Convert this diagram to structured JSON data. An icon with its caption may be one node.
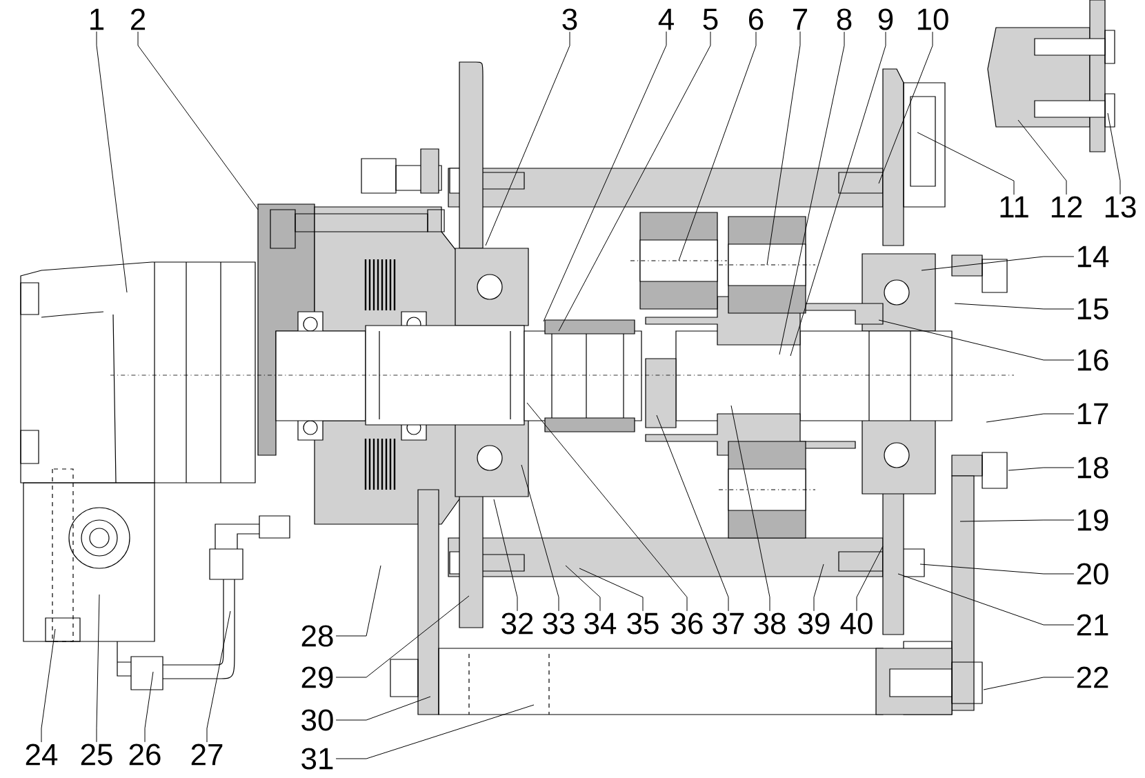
{
  "diagram": {
    "nodes": [
      {
        "text": [
          "1"
        ]
      },
      {
        "text": [
          "2"
        ]
      },
      {
        "text": [
          "3"
        ]
      },
      {
        "text": [
          "4"
        ]
      },
      {
        "text": [
          "5"
        ]
      },
      {
        "text": [
          "6"
        ]
      },
      {
        "text": [
          "7"
        ]
      },
      {
        "text": [
          "8"
        ]
      },
      {
        "text": [
          "9"
        ]
      },
      {
        "text": [
          "10"
        ]
      },
      {
        "text": [
          "11"
        ]
      },
      {
        "text": [
          "12"
        ]
      },
      {
        "text": [
          "13"
        ]
      },
      {
        "text": [
          "14"
        ]
      },
      {
        "text": [
          "15"
        ]
      },
      {
        "text": [
          "16"
        ]
      },
      {
        "text": [
          "17"
        ]
      },
      {
        "text": [
          "18"
        ]
      },
      {
        "text": [
          "19"
        ]
      },
      {
        "text": [
          "20"
        ]
      },
      {
        "text": [
          "21"
        ]
      },
      {
        "text": [
          "22"
        ]
      },
      {
        "text": [
          "24"
        ]
      },
      {
        "text": [
          "25"
        ]
      },
      {
        "text": [
          "26"
        ]
      },
      {
        "text": [
          "27"
        ]
      },
      {
        "text": [
          "28"
        ]
      },
      {
        "text": [
          "29"
        ]
      },
      {
        "text": [
          "30"
        ]
      },
      {
        "text": [
          "31"
        ]
      },
      {
        "text": [
          "32"
        ]
      },
      {
        "text": [
          "33"
        ]
      },
      {
        "text": [
          "34"
        ]
      },
      {
        "text": [
          "35"
        ]
      },
      {
        "text": [
          "36"
        ]
      },
      {
        "text": [
          "37"
        ]
      },
      {
        "text": [
          "38"
        ]
      },
      {
        "text": [
          "39"
        ]
      },
      {
        "text": [
          "40"
        ]
      }
    ],
    "edges": [
      {
        "from": 0,
        "to": null,
        "arrow": "none"
      },
      {
        "from": 1,
        "to": null,
        "arrow": "none"
      },
      {
        "from": 2,
        "to": null,
        "arrow": "none"
      },
      {
        "from": 3,
        "to": null,
        "arrow": "none"
      },
      {
        "from": 4,
        "to": null,
        "arrow": "none"
      },
      {
        "from": 5,
        "to": null,
        "arrow": "none"
      },
      {
        "from": 6,
        "to": null,
        "arrow": "none"
      },
      {
        "from": 7,
        "to": null,
        "arrow": "none"
      },
      {
        "from": 8,
        "to": null,
        "arrow": "none"
      },
      {
        "from": 9,
        "to": null,
        "arrow": "none"
      },
      {
        "from": 10,
        "to": null,
        "arrow": "none"
      },
      {
        "from": 11,
        "to": null,
        "arrow": "none"
      },
      {
        "from": 12,
        "to": null,
        "arrow": "none"
      },
      {
        "from": 13,
        "to": null,
        "arrow": "none"
      },
      {
        "from": 14,
        "to": null,
        "arrow": "none"
      },
      {
        "from": 15,
        "to": null,
        "arrow": "none"
      },
      {
        "from": 16,
        "to": null,
        "arrow": "none"
      },
      {
        "from": 17,
        "to": null,
        "arrow": "none"
      },
      {
        "from": 18,
        "to": null,
        "arrow": "none"
      },
      {
        "from": 19,
        "to": null,
        "arrow": "none"
      },
      {
        "from": 20,
        "to": null,
        "arrow": "none"
      },
      {
        "from": 21,
        "to": null,
        "arrow": "none"
      },
      {
        "from": 22,
        "to": null,
        "arrow": "none"
      },
      {
        "from": 23,
        "to": null,
        "arrow": "none"
      },
      {
        "from": 24,
        "to": null,
        "arrow": "none"
      },
      {
        "from": 25,
        "to": null,
        "arrow": "none"
      },
      {
        "from": 26,
        "to": null,
        "arrow": "none"
      },
      {
        "from": 27,
        "to": null,
        "arrow": "none"
      },
      {
        "from": 28,
        "to": null,
        "arrow": "none"
      },
      {
        "from": 29,
        "to": null,
        "arrow": "none"
      },
      {
        "from": 30,
        "to": null,
        "arrow": "none"
      },
      {
        "from": 31,
        "to": null,
        "arrow": "none"
      },
      {
        "from": 32,
        "to": null,
        "arrow": "none"
      },
      {
        "from": 33,
        "to": null,
        "arrow": "none"
      },
      {
        "from": 34,
        "to": null,
        "arrow": "none"
      },
      {
        "from": 35,
        "to": null,
        "arrow": "none"
      },
      {
        "from": 36,
        "to": null,
        "arrow": "none"
      },
      {
        "from": 37,
        "to": null,
        "arrow": "none"
      },
      {
        "from": 38,
        "to": null,
        "arrow": "none"
      }
    ]
  }
}
